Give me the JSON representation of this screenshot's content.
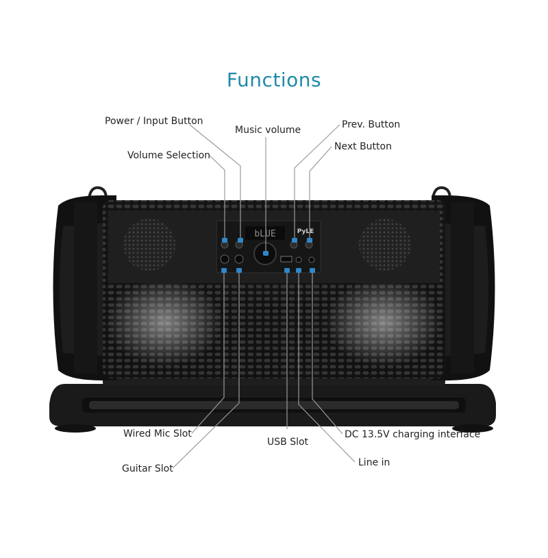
{
  "diagram": {
    "title": "Functions",
    "device": {
      "display_text": "bLUE",
      "brand_text": "PyLE"
    },
    "callouts": {
      "power_input_button": "Power / Input Button",
      "volume_selection": "Volume Selection",
      "music_volume": "Music volume",
      "prev_button": "Prev. Button",
      "next_button": "Next Button",
      "wired_mic_slot": "Wired Mic Slot",
      "guitar_slot": "Guitar Slot",
      "usb_slot": "USB Slot",
      "dc_charging_interface": "DC 13.5V charging interface",
      "line_in": "Line in"
    },
    "colors": {
      "title": "#1f8aa8",
      "marker": "#2f86c8",
      "leader_line": "#9a9a9a",
      "speaker_body": "#1c1c1c"
    }
  }
}
